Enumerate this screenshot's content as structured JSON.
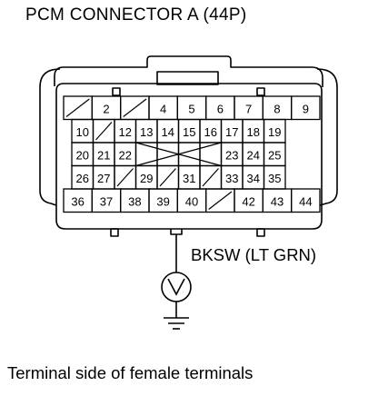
{
  "diagram": {
    "title": "PCM CONNECTOR A (44P)",
    "wire_label": "BKSW (LT GRN)",
    "caption": "Terminal side of female terminals",
    "probe_symbol": "voltmeter-icon",
    "ground_symbol": "ground-icon",
    "rows": [
      [
        "",
        "2",
        "",
        "4",
        "5",
        "6",
        "7",
        "8",
        "9"
      ],
      [
        "10",
        "",
        "12",
        "13",
        "14",
        "15",
        "16",
        "17",
        "18",
        "19"
      ],
      [
        "20",
        "21",
        "22",
        "",
        "",
        "",
        "",
        "23",
        "24",
        "25"
      ],
      [
        "26",
        "27",
        "",
        "29",
        "",
        "31",
        "",
        "33",
        "34",
        "35"
      ],
      [
        "36",
        "37",
        "38",
        "39",
        "40",
        "",
        "42",
        "43",
        "44"
      ]
    ],
    "highlighted_terminal": "40"
  }
}
